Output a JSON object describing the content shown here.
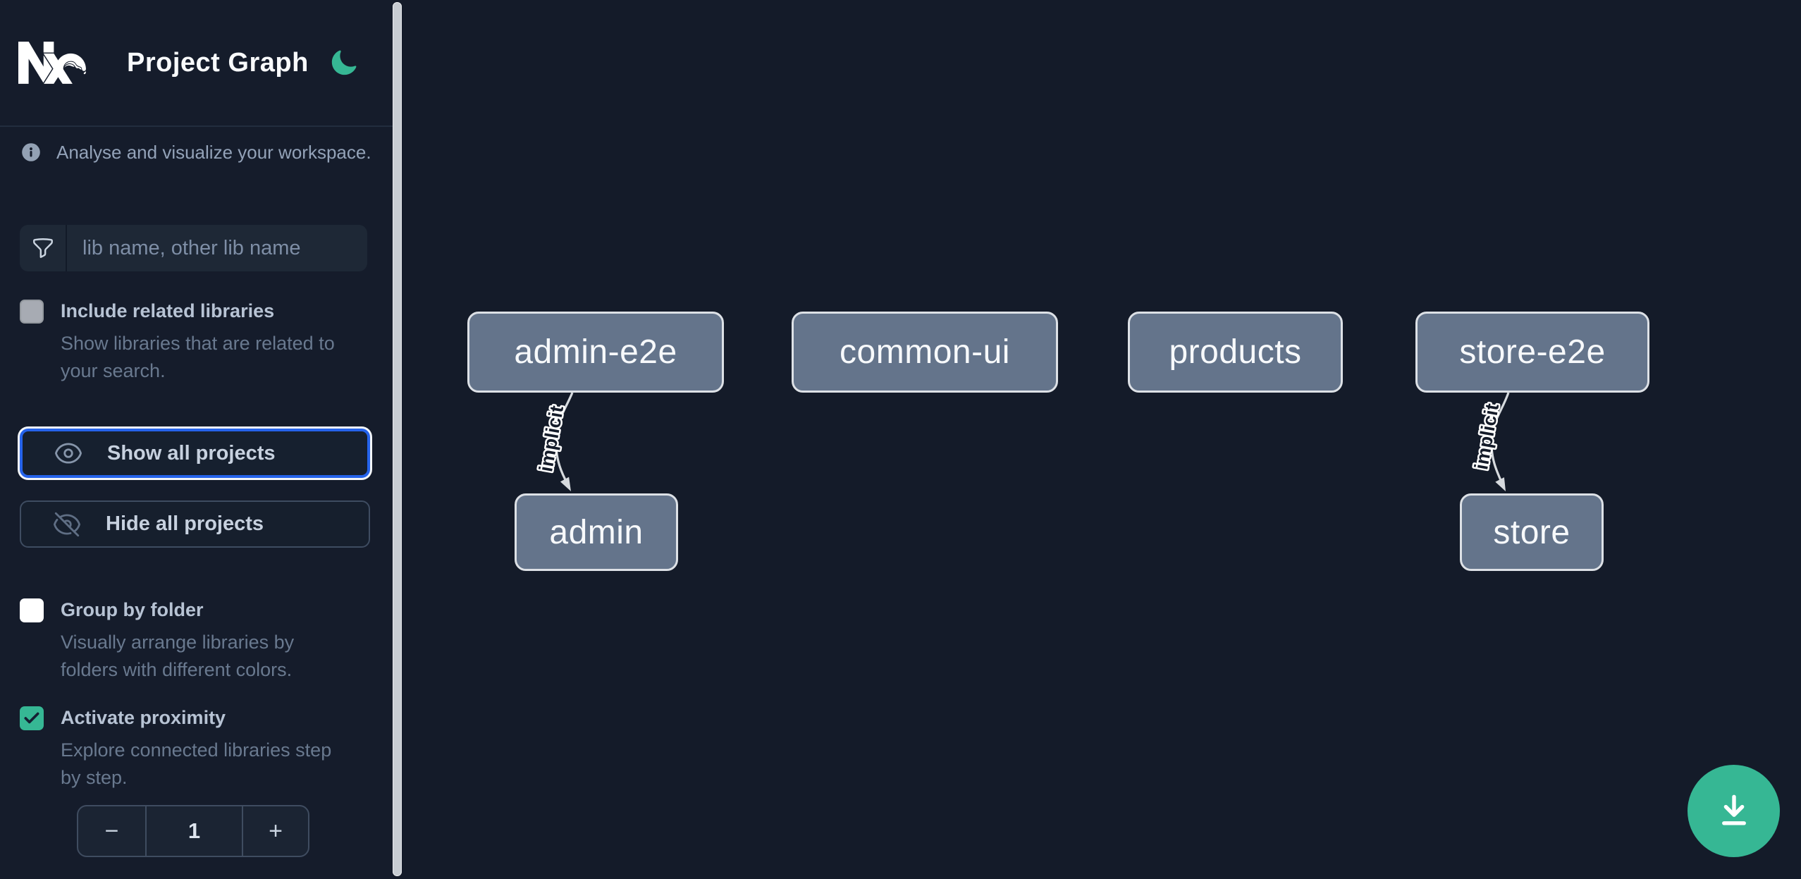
{
  "sidebar": {
    "title": "Project Graph",
    "intro": "Analyse and visualize your workspace.",
    "filter": {
      "placeholder": "lib name, other lib name",
      "value": ""
    },
    "options": [
      {
        "label": "Include related libraries",
        "description": "Show libraries that are related to your search.",
        "checked": false,
        "disabled": true
      },
      {
        "label": "Group by folder",
        "description": "Visually arrange libraries by folders with different colors.",
        "checked": false,
        "disabled": false
      },
      {
        "label": "Activate proximity",
        "description": "Explore connected libraries step by step.",
        "checked": true,
        "disabled": false
      }
    ],
    "buttons": {
      "show_all": "Show all projects",
      "hide_all": "Hide all projects"
    },
    "proximity_stepper": {
      "decrement": "−",
      "value": "1",
      "increment": "+"
    }
  },
  "graph": {
    "nodes": [
      {
        "label": "admin-e2e"
      },
      {
        "label": "common-ui"
      },
      {
        "label": "products"
      },
      {
        "label": "store-e2e"
      },
      {
        "label": "admin"
      },
      {
        "label": "store"
      }
    ],
    "edges": [
      {
        "source": "admin-e2e",
        "target": "admin",
        "label": "implicit",
        "type": "implicit"
      },
      {
        "source": "store-e2e",
        "target": "store",
        "label": "implicit",
        "type": "implicit"
      }
    ]
  },
  "icons": {
    "logo": "nx-logo",
    "theme_toggle": "moon-icon",
    "intro": "info-icon",
    "filter": "funnel-icon",
    "show_all": "eye-icon",
    "hide_all": "eye-slash-icon",
    "fab": "download-icon"
  },
  "colors": {
    "background": "#141b29",
    "accent_green": "#36b794",
    "focus_blue": "#2563eb",
    "node_fill": "#64748b"
  }
}
